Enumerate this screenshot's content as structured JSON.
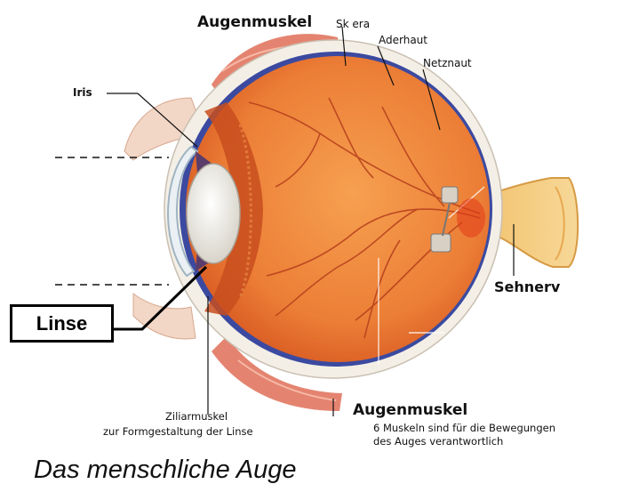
{
  "diagram": {
    "labels": {
      "augenmuskel_top": "Augenmuskel",
      "sklera": "Sk era",
      "aderhaut": "Aderhaut",
      "netzhaut": "Netznaut",
      "iris": "Iris",
      "sehnerv": "Sehnerv",
      "linse": "Linse",
      "ziliarmuskel_line1": "Ziliarmuskel",
      "ziliarmuskel_line2": "zur Formgestaltung der Linse",
      "augenmuskel_bottom": "Augenmuskel",
      "muscle_note_line1": "6 Muskeln sind für die Bewegungen",
      "muscle_note_line2": "des Auges verantwortlich"
    },
    "caption": "Das menschliche Auge"
  },
  "colors": {
    "retina_orange": "#e8702a",
    "sclera": "#f4efe6",
    "choroid_blue": "#3b4aa0",
    "muscle_red": "#e48470",
    "nerve": "#f0b860",
    "lens": "#e6e2d8",
    "vessel": "#b8421e"
  }
}
